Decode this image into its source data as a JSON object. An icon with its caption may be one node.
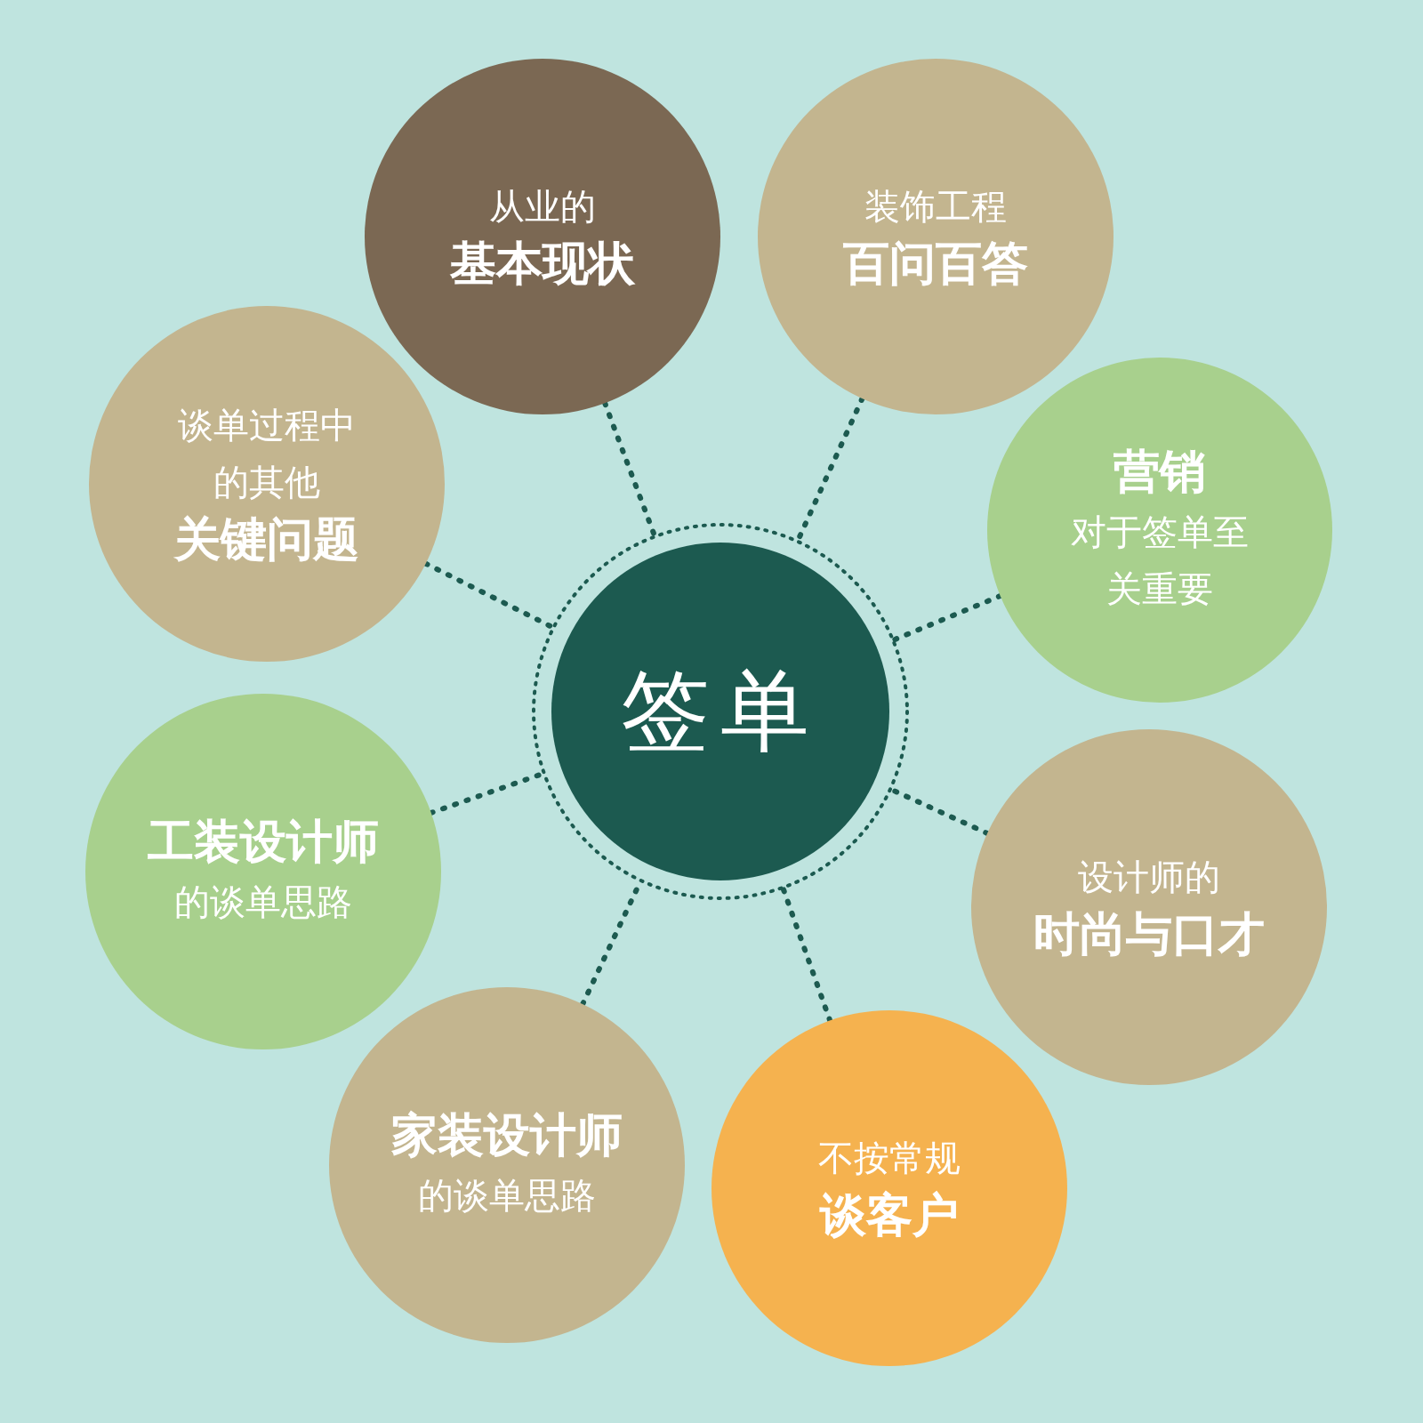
{
  "diagram": {
    "nodes": [
      {
        "text": [
          "签单"
        ]
      },
      {
        "text": [
          "从业的",
          "基本现状"
        ]
      },
      {
        "text": [
          "装饰工程",
          "百问百答"
        ]
      },
      {
        "text": [
          "谈单过程中的其他",
          "关键问题"
        ]
      },
      {
        "text": [
          "营销",
          "对于签单至关重要"
        ]
      },
      {
        "text": [
          "工装设计师",
          "的谈单思路"
        ]
      },
      {
        "text": [
          "设计师的",
          "时尚与口才"
        ]
      },
      {
        "text": [
          "家装设计师",
          "的谈单思路"
        ]
      },
      {
        "text": [
          "不按常规",
          "谈客户"
        ]
      }
    ],
    "edges": [
      {
        "from": 1,
        "to": 0,
        "arrow": "none",
        "style": "dashed"
      },
      {
        "from": 2,
        "to": 0,
        "arrow": "none",
        "style": "dashed"
      },
      {
        "from": 3,
        "to": 0,
        "arrow": "none",
        "style": "dashed"
      },
      {
        "from": 4,
        "to": 0,
        "arrow": "none",
        "style": "dashed"
      },
      {
        "from": 5,
        "to": 0,
        "arrow": "none",
        "style": "dashed"
      },
      {
        "from": 6,
        "to": 0,
        "arrow": "none",
        "style": "dashed"
      },
      {
        "from": 7,
        "to": 0,
        "arrow": "none",
        "style": "dashed"
      },
      {
        "from": 8,
        "to": 0,
        "arrow": "none",
        "style": "dashed"
      }
    ]
  }
}
